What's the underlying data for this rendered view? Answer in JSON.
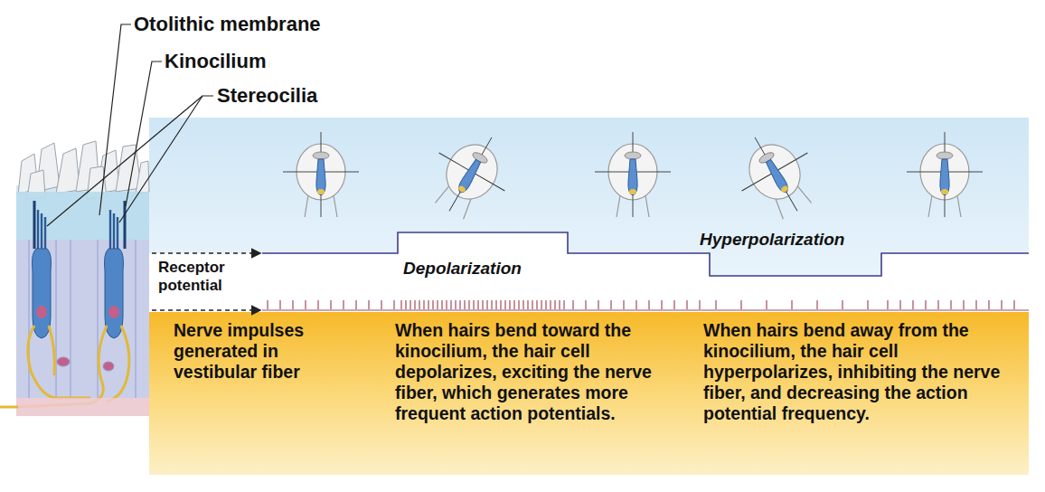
{
  "diagram": {
    "nodes": [
      {
        "text": [
          "Nerve impulses generated in vestibular fiber",
          "When hairs bend toward the kinocilium, the hair cell depolarizes, exciting the nerve fiber, which generates more frequent action potentials.",
          "When hairs bend away from the kinocilium, the hair cell hyperpolarizes, inhibiting the nerve fiber, and decreasing the action potential frequency."
        ]
      }
    ],
    "labels": [
      "Otolithic membrane",
      "Kinocilium",
      "Stereocilia",
      "Receptor potential",
      "Depolarization",
      "Hyperpolarization"
    ]
  }
}
